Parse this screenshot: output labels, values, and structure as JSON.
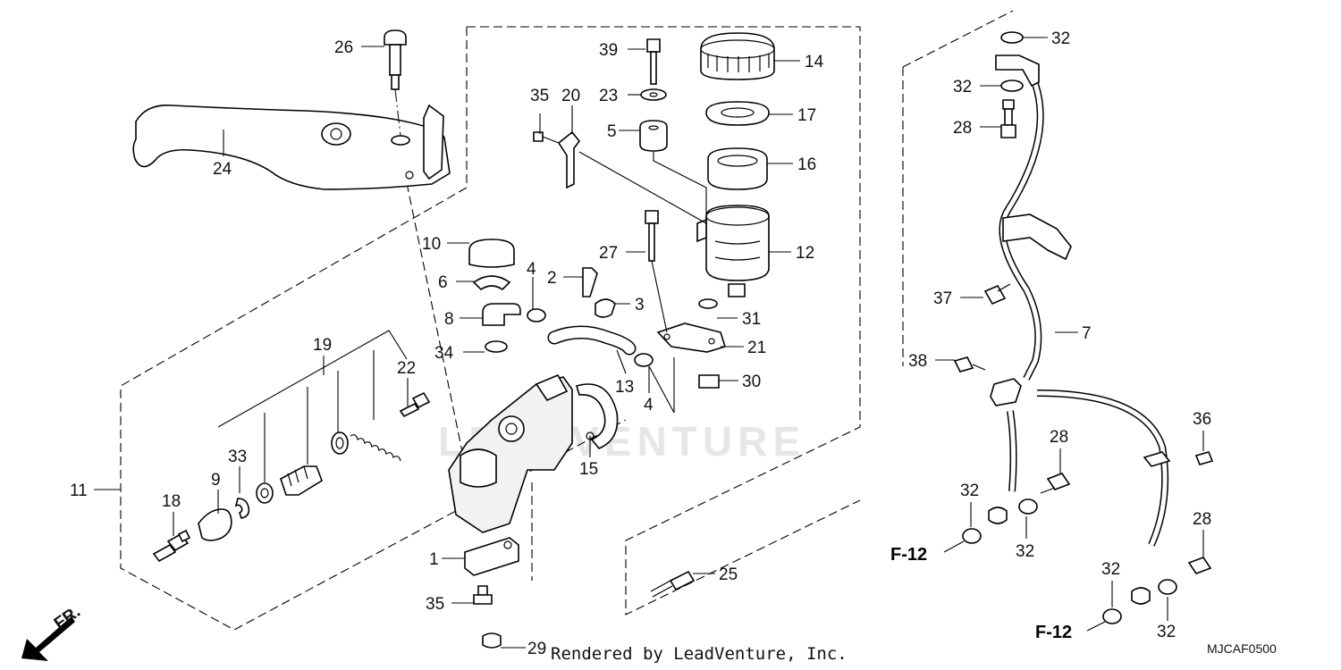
{
  "watermark": "LEADVENTURE",
  "footer": {
    "credit": "Rendered by LeadVenture, Inc.",
    "diagram_code": "MJCAF0500"
  },
  "direction_label": "FR.",
  "section_refs": [
    "F-12",
    "F-12"
  ],
  "callouts": {
    "c26": "26",
    "c24": "24",
    "c39": "39",
    "c14": "14",
    "c23": "23",
    "c35a": "35",
    "c20": "20",
    "c17": "17",
    "c5": "5",
    "c16": "16",
    "c10": "10",
    "c27": "27",
    "c12": "12",
    "c6": "6",
    "c4a": "4",
    "c2": "2",
    "c3": "3",
    "c8": "8",
    "c31": "31",
    "c21": "21",
    "c34": "34",
    "c30": "30",
    "c13": "13",
    "c4b": "4",
    "c19": "19",
    "c22": "22",
    "c15": "15",
    "c33": "33",
    "c9": "9",
    "c11": "11",
    "c18": "18",
    "c1": "1",
    "c25": "25",
    "c35b": "35",
    "c29": "29",
    "c32a": "32",
    "c32b": "32",
    "c28a": "28",
    "c37": "37",
    "c7": "7",
    "c38": "38",
    "c36": "36",
    "c28b": "28",
    "c32c": "32",
    "c32d": "32",
    "c28c": "28",
    "c32e": "32",
    "c32f": "32"
  }
}
